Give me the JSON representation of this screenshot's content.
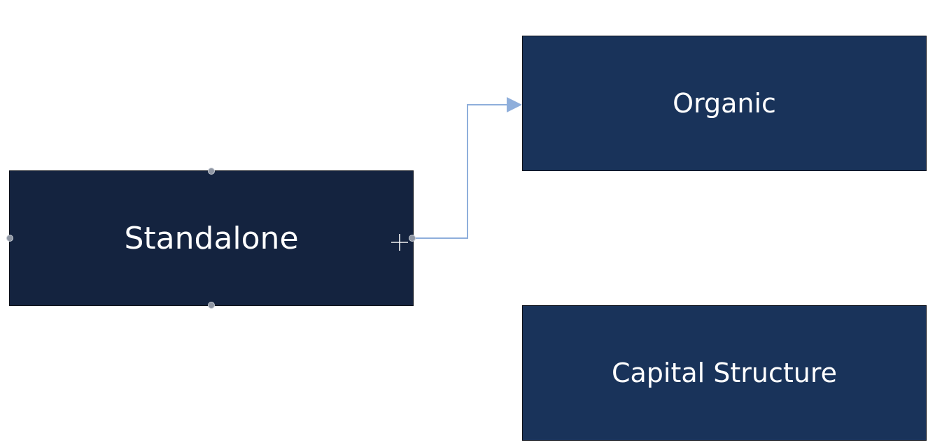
{
  "diagram": {
    "nodes": [
      {
        "id": "standalone",
        "label": "Standalone",
        "fill": "#14233f",
        "selected": true
      },
      {
        "id": "organic",
        "label": "Organic",
        "fill": "#19335a"
      },
      {
        "id": "capital",
        "label": "Capital Structure",
        "fill": "#19335a"
      }
    ],
    "connector": {
      "from": "standalone",
      "to": "organic",
      "type": "elbow",
      "color": "#8eaedb",
      "arrowhead": "triangle"
    },
    "handle_color": "#8f96a3",
    "cursor_icon": "crosshair-cursor-icon"
  }
}
